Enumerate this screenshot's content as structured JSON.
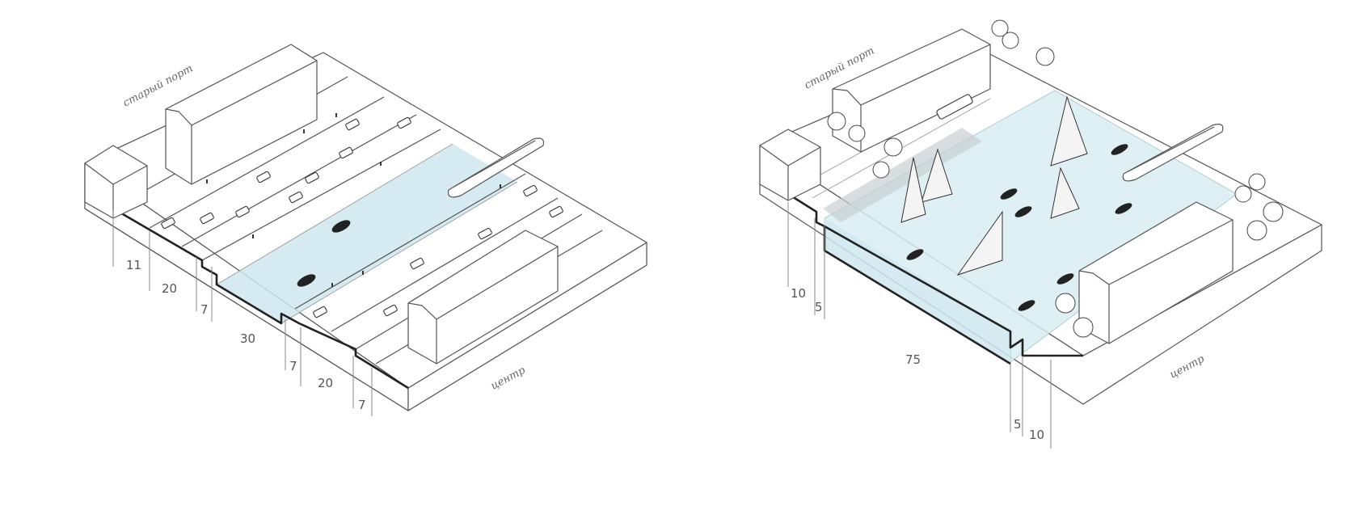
{
  "left_diagram": {
    "top_label": "старый порт",
    "bottom_label": "центр",
    "dimensions": [
      "11",
      "20",
      "7",
      "30",
      "7",
      "20",
      "7"
    ]
  },
  "right_diagram": {
    "top_label": "старый порт",
    "bottom_label": "центр",
    "dimensions": [
      "10",
      "5",
      "75",
      "5",
      "10"
    ]
  },
  "colors": {
    "water": "#cfe8ee",
    "lines": "#555555",
    "section_edge": "#222222"
  }
}
